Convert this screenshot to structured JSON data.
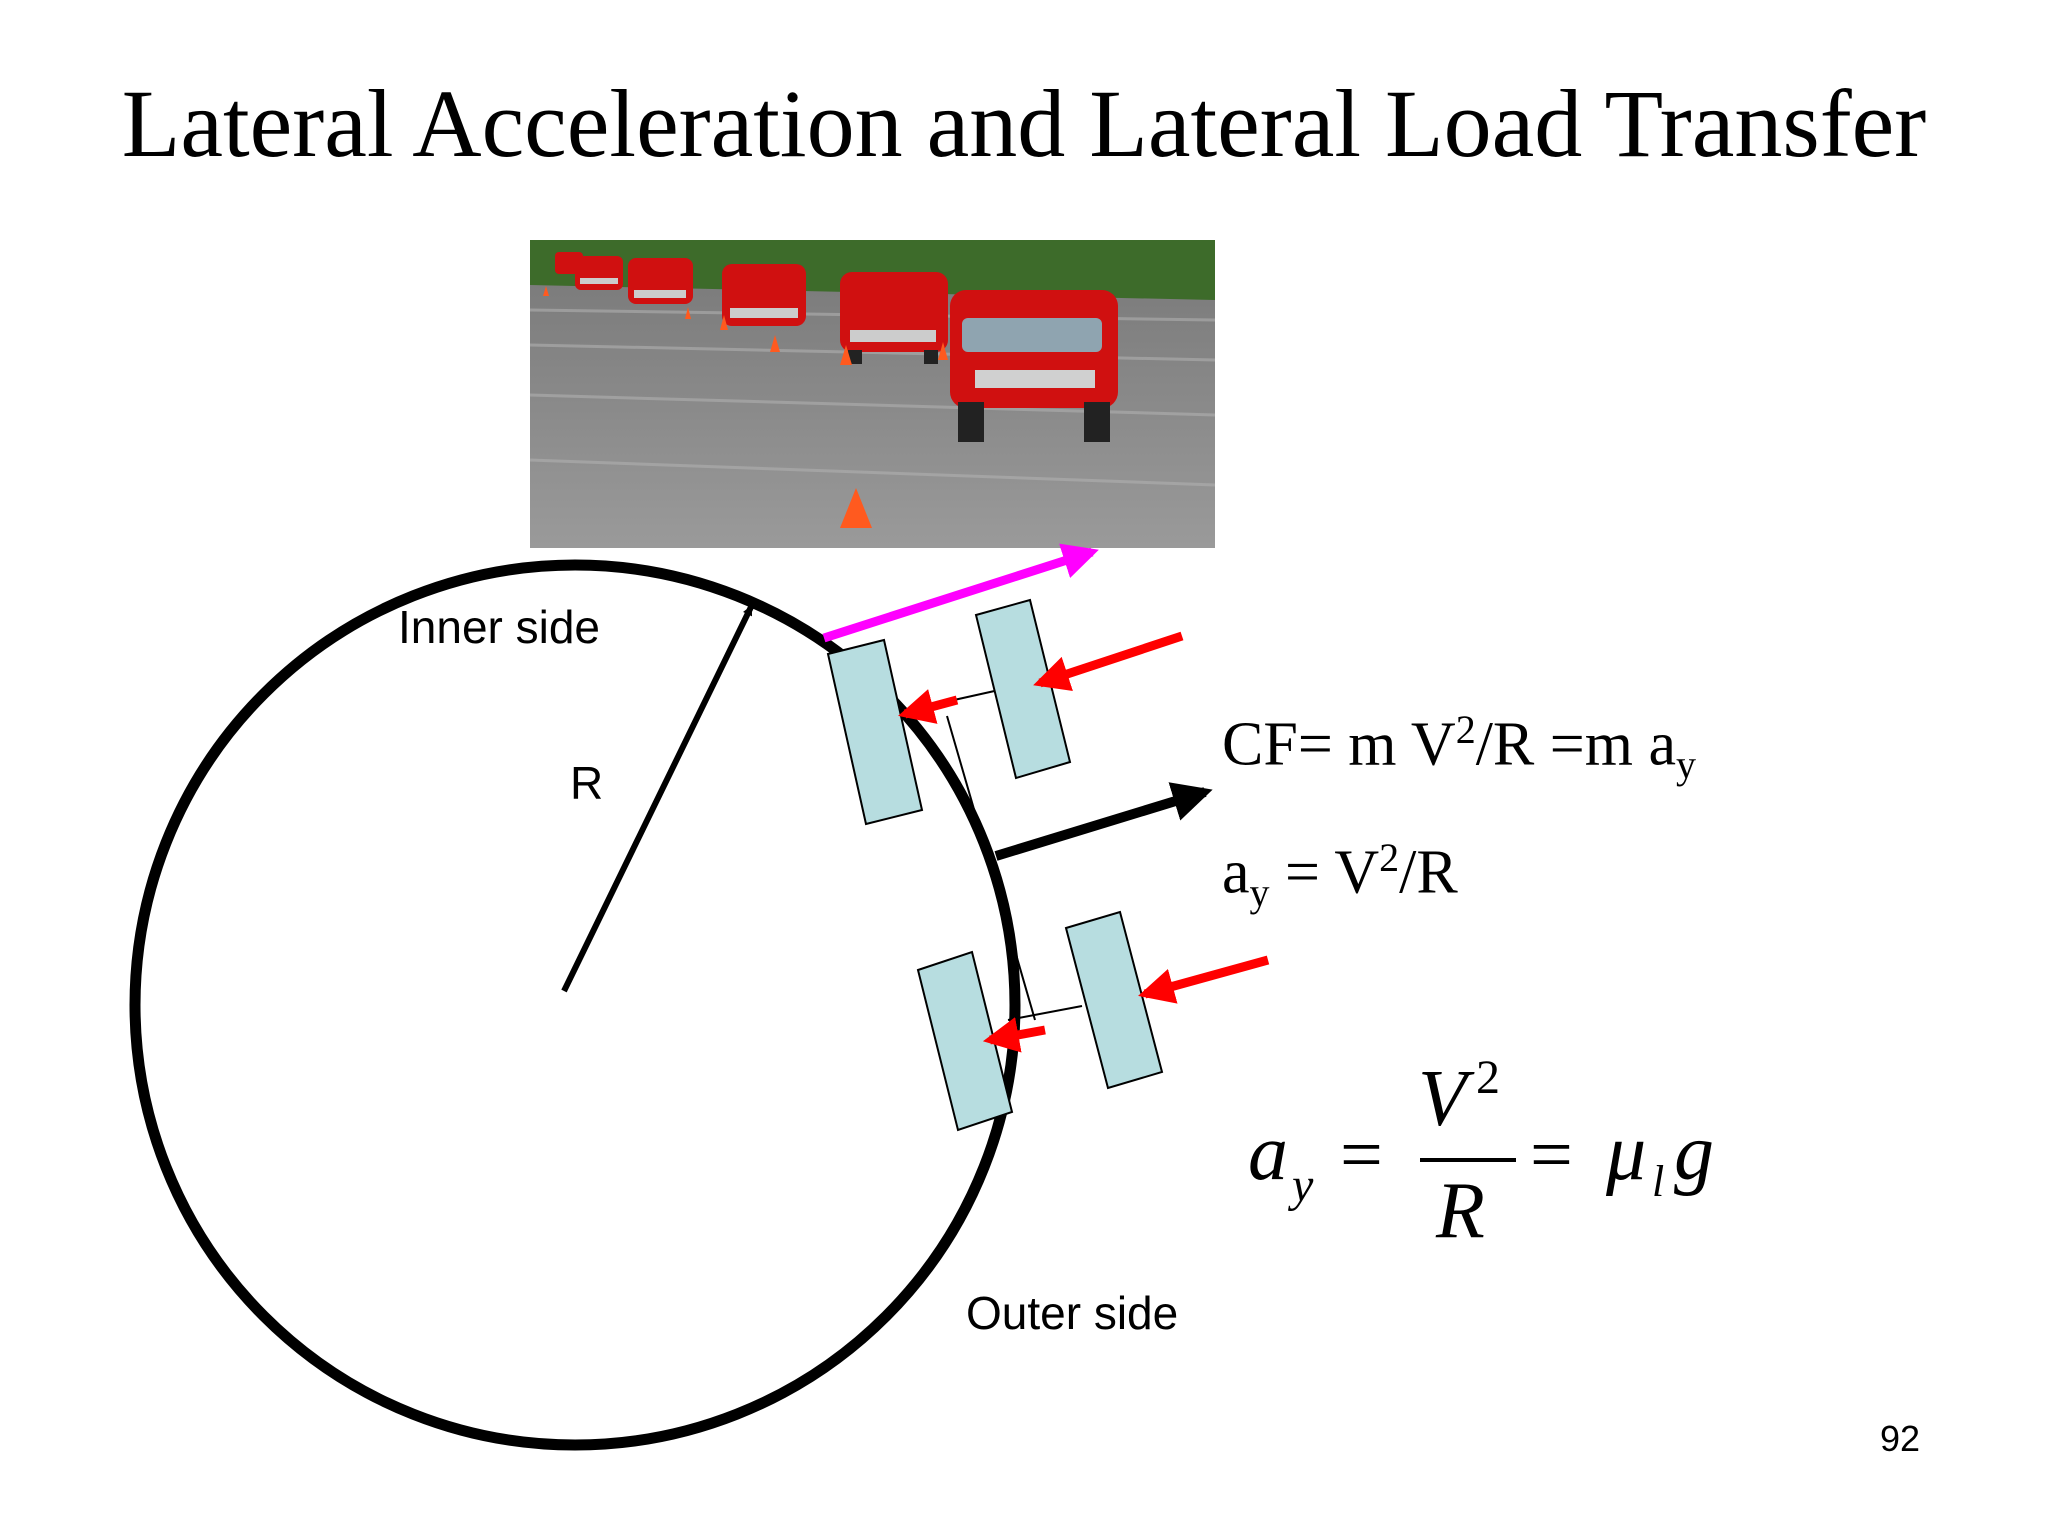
{
  "slide": {
    "title": "Lateral Acceleration and Lateral Load Transfer",
    "page_number": "92"
  },
  "diagram": {
    "inner_side_label": "Inner side",
    "outer_side_label": "Outer side",
    "radius_label": "R"
  },
  "equations": {
    "cf_prefix": "CF= m V",
    "cf_exp": "2",
    "cf_mid": "/R =m a",
    "cf_sub": "y",
    "ay_base": "a",
    "ay_sub": "y",
    "ay_rhs_prefix": " = V",
    "ay_exp": "2",
    "ay_rhs_suffix": "/R",
    "big_lhs_a": "a",
    "big_lhs_sub": "y",
    "big_eq1": "=",
    "big_num_V": "V",
    "big_num_exp": "2",
    "big_den": "R",
    "big_eq2": "=",
    "big_mu": "μ",
    "big_mu_sub": "l",
    "big_g": "g"
  },
  "colors": {
    "wheel_fill": "#b7dde0",
    "force_arrow": "#ff0000",
    "velocity_arrow": "#ff00ff",
    "asphalt": "#8a8a8a",
    "grass": "#3d6b2a",
    "car_red": "#d01010"
  }
}
